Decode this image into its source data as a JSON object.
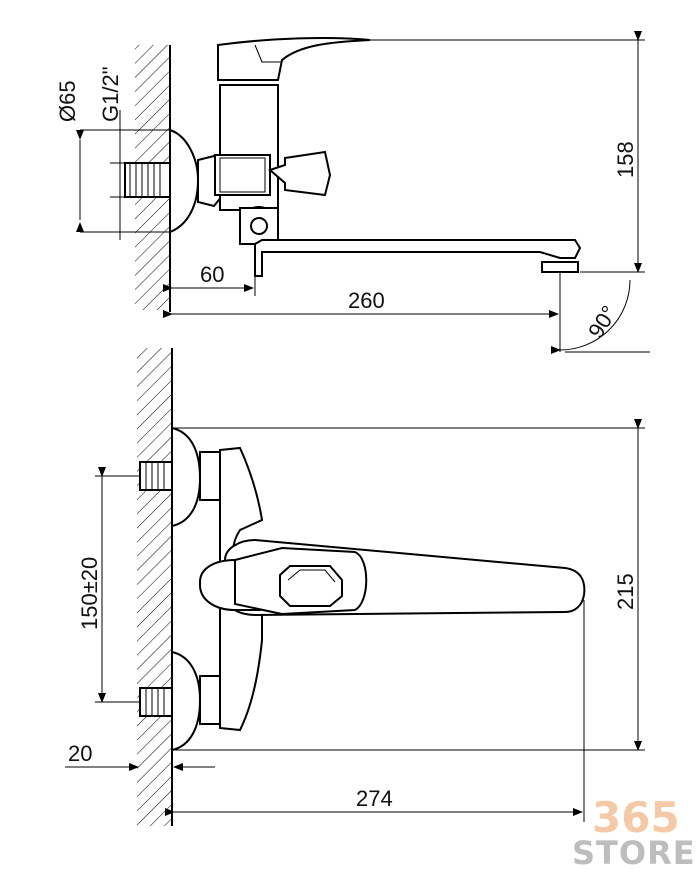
{
  "top_view": {
    "dims": {
      "diameter": "Ø65",
      "thread": "G1/2\"",
      "height": "158",
      "offset": "60",
      "length": "260",
      "angle": "90°"
    }
  },
  "front_view": {
    "dims": {
      "spacing": "150±20",
      "height": "215",
      "depth": "20",
      "length": "274"
    }
  },
  "watermark": {
    "number": "365",
    "text": "STORE"
  }
}
